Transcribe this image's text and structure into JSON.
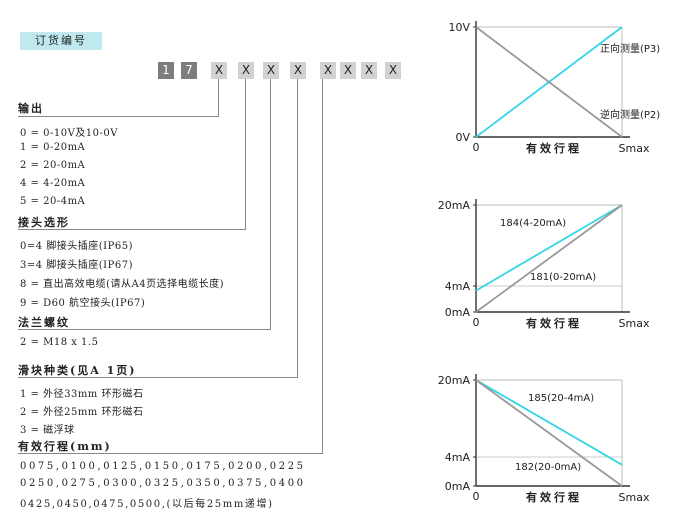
{
  "order_label": "订货编号",
  "code_boxes": [
    "1",
    "7",
    "X",
    "X",
    "X",
    "X",
    "X",
    "X",
    "X",
    "X"
  ],
  "sections": [
    {
      "title": "输出",
      "items": [
        "0 = 0-10V及10-0V",
        "1 = 0-20mA",
        "2 = 20-0mA",
        "4 = 4-20mA",
        "5 = 20-4mA"
      ]
    },
    {
      "title": "接头选形",
      "items": [
        "0=4 脚接头插座(IP65)",
        "3=4 脚接头插座(IP67)",
        "8 = 直出高效电缆(请从A4页选择电缆长度)",
        "9 = D60 航空接头(IP67)"
      ]
    },
    {
      "title": "法兰螺纹",
      "items": [
        "2 = M18 x 1.5"
      ]
    },
    {
      "title": "滑块种类(见A 1页)",
      "items": [
        "1 = 外径33mm 环形磁石",
        "2 = 外径25mm 环形磁石",
        "3 = 磁浮球"
      ]
    },
    {
      "title": "有效行程(mm)",
      "items": [
        "0075,0100,0125,0150,0175,0200,0225",
        "0250,0275,0300,0325,0350,0375,0400",
        "0425,0450,0475,0500,(以后每25mm递增)"
      ]
    }
  ],
  "chart_data": [
    {
      "type": "line",
      "y_ticks": [
        "10V",
        "0V"
      ],
      "x_ticks": [
        "0",
        "Smax"
      ],
      "xlabel": "有效行程",
      "series": [
        {
          "name": "正向测量(P3)",
          "color": "#33d6e6",
          "points": [
            [
              0,
              0
            ],
            [
              1,
              10
            ]
          ]
        },
        {
          "name": "逆向测量(P2)",
          "color": "#999999",
          "points": [
            [
              0,
              10
            ],
            [
              1,
              0
            ]
          ]
        }
      ]
    },
    {
      "type": "line",
      "y_ticks": [
        "20mA",
        "4mA",
        "0mA"
      ],
      "x_ticks": [
        "0",
        "Smax"
      ],
      "xlabel": "有效行程",
      "series": [
        {
          "name": "184(4-20mA)",
          "color": "#33d6e6",
          "points": [
            [
              0,
              4
            ],
            [
              1,
              20
            ]
          ]
        },
        {
          "name": "181(0-20mA)",
          "color": "#999999",
          "points": [
            [
              0,
              0
            ],
            [
              1,
              20
            ]
          ]
        }
      ]
    },
    {
      "type": "line",
      "y_ticks": [
        "20mA",
        "4mA",
        "0mA"
      ],
      "x_ticks": [
        "0",
        "Smax"
      ],
      "xlabel": "有效行程",
      "series": [
        {
          "name": "185(20-4mA)",
          "color": "#33d6e6",
          "points": [
            [
              0,
              20
            ],
            [
              1,
              4
            ]
          ]
        },
        {
          "name": "182(20-0mA)",
          "color": "#999999",
          "points": [
            [
              0,
              20
            ],
            [
              1,
              0
            ]
          ]
        }
      ]
    }
  ]
}
